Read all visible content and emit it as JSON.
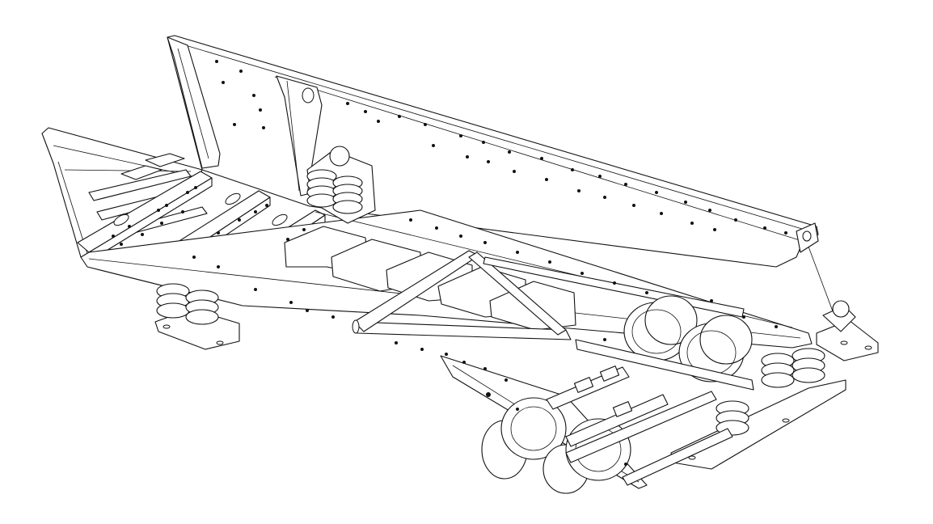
{
  "drawing": {
    "subject": "vibrating-screen-assembly",
    "style": "isometric-line-drawing",
    "colors": {
      "background": "#ffffff",
      "line": "#111111"
    }
  },
  "parts": {
    "side_plates": 2,
    "cross_beams": 4,
    "spring_assemblies": 4,
    "exciter_motors": 4,
    "drive_shafts": 2,
    "base_rails": 2
  }
}
